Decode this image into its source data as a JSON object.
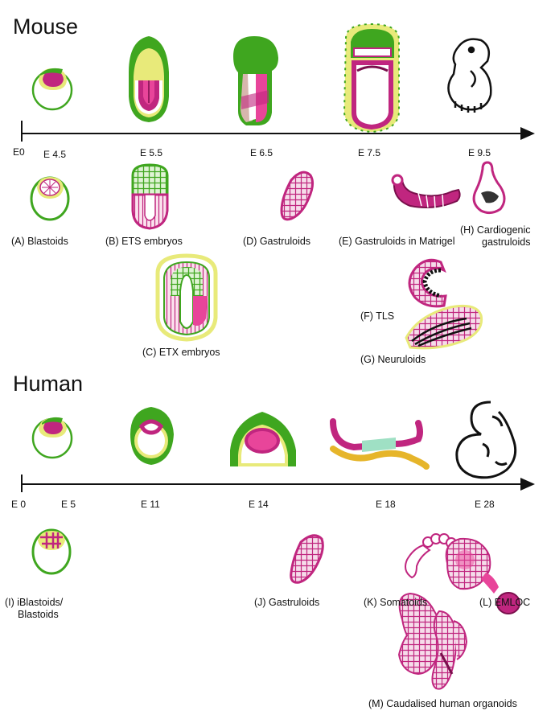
{
  "colors": {
    "green": "#3fa61f",
    "magenta": "#c0267f",
    "pink": "#e8459a",
    "yellow": "#e8ea7a",
    "orange": "#e6b52a",
    "mint": "#9fe0c4",
    "black": "#111111"
  },
  "mouse": {
    "title": "Mouse",
    "ticks": [
      "E0",
      "E 4.5",
      "E 5.5",
      "E 6.5",
      "E 7.5",
      "E 9.5"
    ],
    "models": {
      "a": "(A) Blastoids",
      "b": "(B) ETS embryos",
      "c": "(C) ETX embryos",
      "d": "(D) Gastruloids",
      "e": "(E) Gastruloids in Matrigel",
      "f": "(F) TLS",
      "g": "(G) Neuruloids",
      "h1": "(H) Cardiogenic",
      "h2": "gastruloids"
    }
  },
  "human": {
    "title": "Human",
    "ticks": [
      "E 0",
      "E 5",
      "E 11",
      "E 14",
      "E 18",
      "E 28"
    ],
    "models": {
      "i1": "(I) iBlastoids/",
      "i2": "Blastoids",
      "j": "(J) Gastruloids",
      "k": "(K) Somatoids",
      "l": "(L) EMLOC",
      "m": "(M) Caudalised human organoids"
    }
  }
}
